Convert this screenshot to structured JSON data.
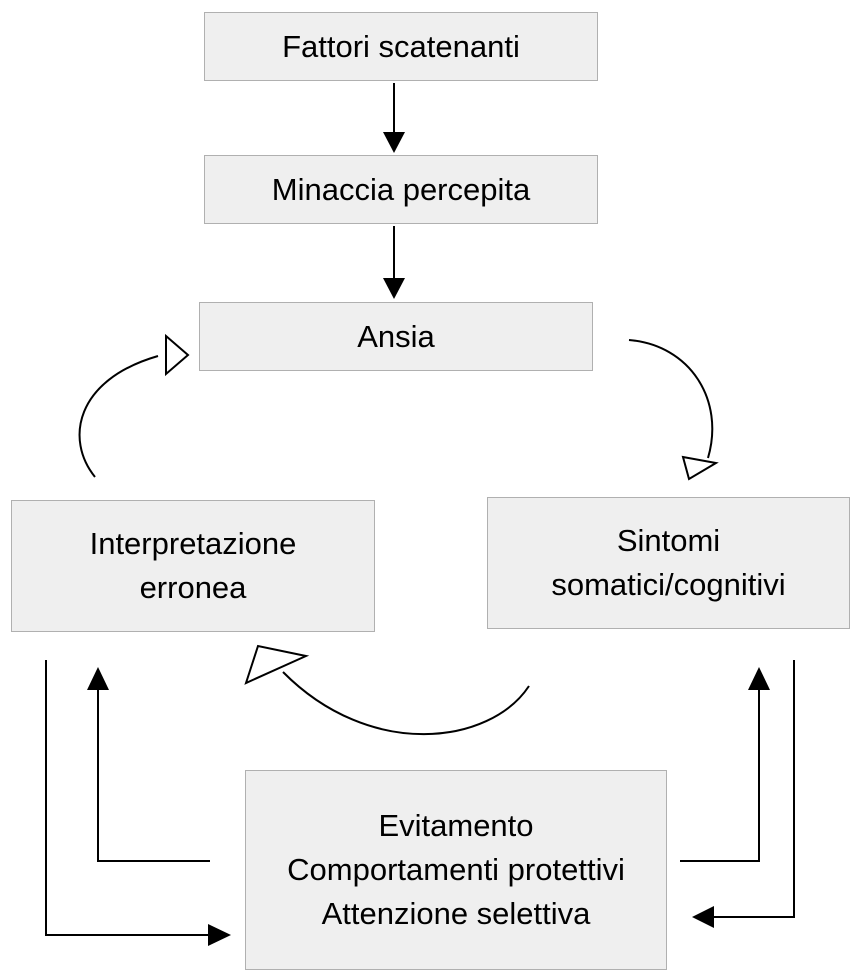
{
  "boxes": {
    "fattori": "Fattori scatenanti",
    "minaccia": "Minaccia percepita",
    "ansia": "Ansia",
    "interpretazione": [
      "Interpretazione",
      "erronea"
    ],
    "sintomi": [
      "Sintomi",
      "somatici/cognitivi"
    ],
    "comportamenti": [
      "Evitamento",
      "Comportamenti protettivi",
      "Attenzione selettiva"
    ]
  },
  "colors": {
    "box_fill": "#efefef",
    "box_border": "#b0b0b0",
    "line": "#000000",
    "text": "#000000"
  }
}
